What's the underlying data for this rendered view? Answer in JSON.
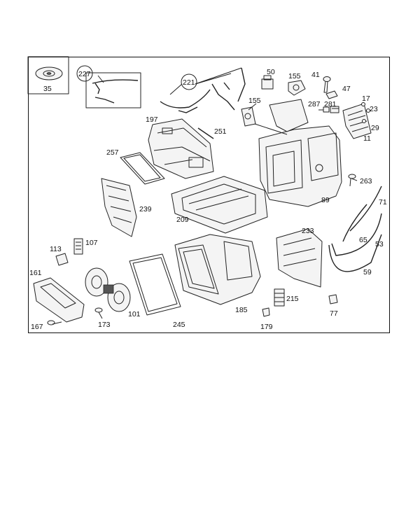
{
  "diagram": {
    "labels": {
      "l35": "35",
      "l227": "227",
      "l221": "221",
      "l50": "50",
      "l155a": "155",
      "l41": "41",
      "l47": "47",
      "l17": "17",
      "l281": "281",
      "l287": "287",
      "l23": "23",
      "l29": "29",
      "l11": "11",
      "l155b": "155",
      "l197": "197",
      "l251": "251",
      "l257": "257",
      "l263": "263",
      "l71": "71",
      "l89": "89",
      "l239": "239",
      "l209": "209",
      "l233": "233",
      "l65": "65",
      "l53": "53",
      "l113": "113",
      "l107": "107",
      "l59": "59",
      "l161": "161",
      "l101": "101",
      "l185": "185",
      "l215": "215",
      "l77": "77",
      "l167": "167",
      "l173": "173",
      "l245": "245",
      "l179": "179"
    },
    "colors": {
      "line": "#222222",
      "fill": "#f4f4f4",
      "background": "#ffffff"
    }
  }
}
